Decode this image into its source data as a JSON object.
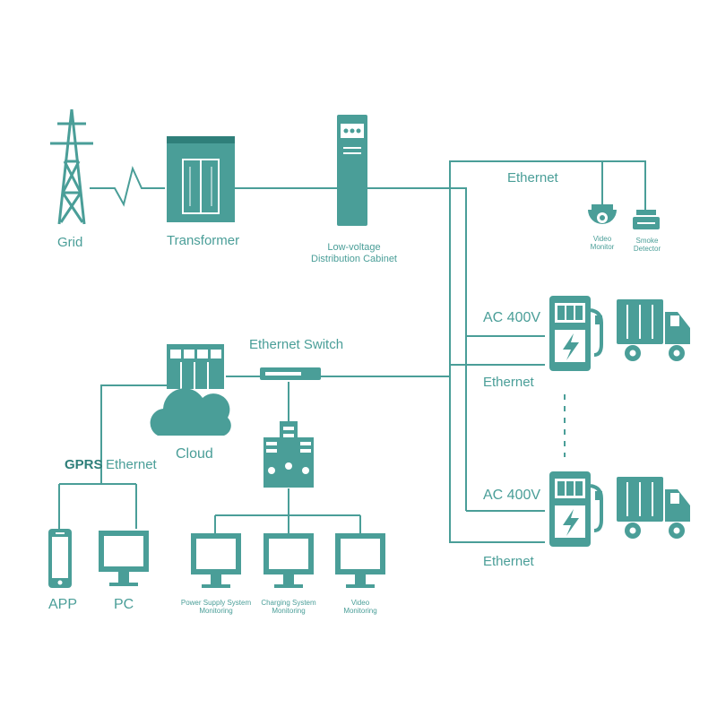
{
  "colors": {
    "primary": "#4a9e98",
    "dark": "#2f7f7a",
    "light": "#ffffff"
  },
  "labels": {
    "grid": "Grid",
    "transformer": "Transformer",
    "cabinet_line1": "Low-voltage",
    "cabinet_line2": "Distribution Cabinet",
    "ethernet_top": "Ethernet",
    "video_monitor_line1": "Video",
    "video_monitor_line2": "Monitor",
    "smoke_detector_line1": "Smoke",
    "smoke_detector_line2": "Detector",
    "ac_upper": "AC 400V",
    "ethernet_upper": "Ethernet",
    "ac_lower": "AC 400V",
    "ethernet_lower": "Ethernet",
    "ethernet_switch": "Ethernet Switch",
    "cloud": "Cloud",
    "gprs": "GPRS",
    "ethernet_left": "Ethernet",
    "app": "APP",
    "pc": "PC",
    "monitor1_line1": "Power Supply System",
    "monitor1_line2": "Monitoring",
    "monitor2_line1": "Charging System",
    "monitor2_line2": "Monitoring",
    "monitor3_line1": "Video",
    "monitor3_line2": "Monitoring"
  }
}
